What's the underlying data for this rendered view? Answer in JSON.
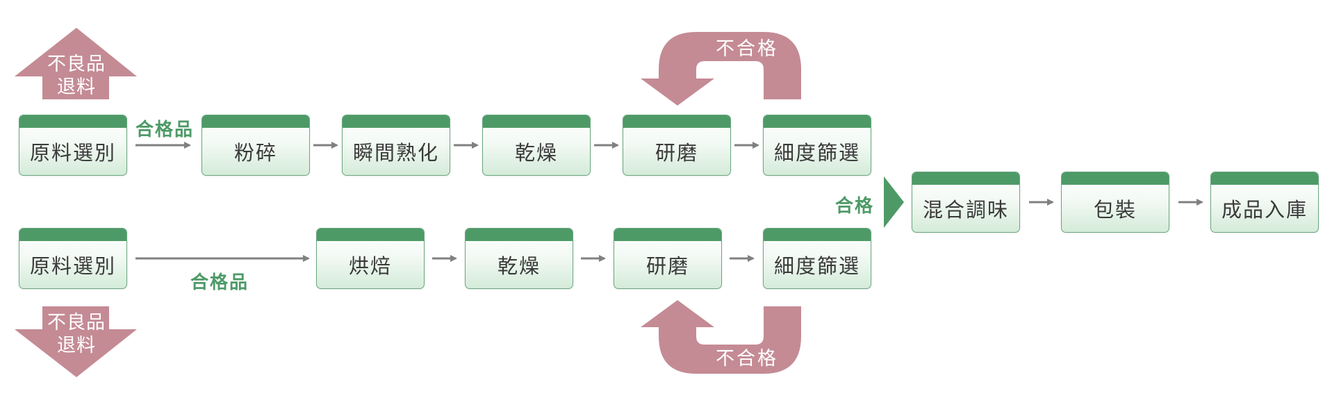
{
  "colors": {
    "green": "#4d9a67",
    "box_border": "#6aa67f",
    "reject_pink": "#c48b95",
    "arrow_gray": "#808080",
    "text_dark": "#3a3a3a"
  },
  "row1": {
    "steps": [
      "原料選別",
      "粉碎",
      "瞬間熟化",
      "乾燥",
      "研磨",
      "細度篩選"
    ],
    "pass_label": "合格品",
    "reject_label_line1": "不良品",
    "reject_label_line2": "退料",
    "fail_loop_label": "不合格"
  },
  "row2": {
    "steps": [
      "原料選別",
      "烘焙",
      "乾燥",
      "研磨",
      "細度篩選"
    ],
    "pass_label": "合格品",
    "reject_label_line1": "不良品",
    "reject_label_line2": "退料",
    "fail_loop_label": "不合格"
  },
  "merge": {
    "pass_label": "合格",
    "steps": [
      "混合調味",
      "包裝",
      "成品入庫"
    ]
  }
}
